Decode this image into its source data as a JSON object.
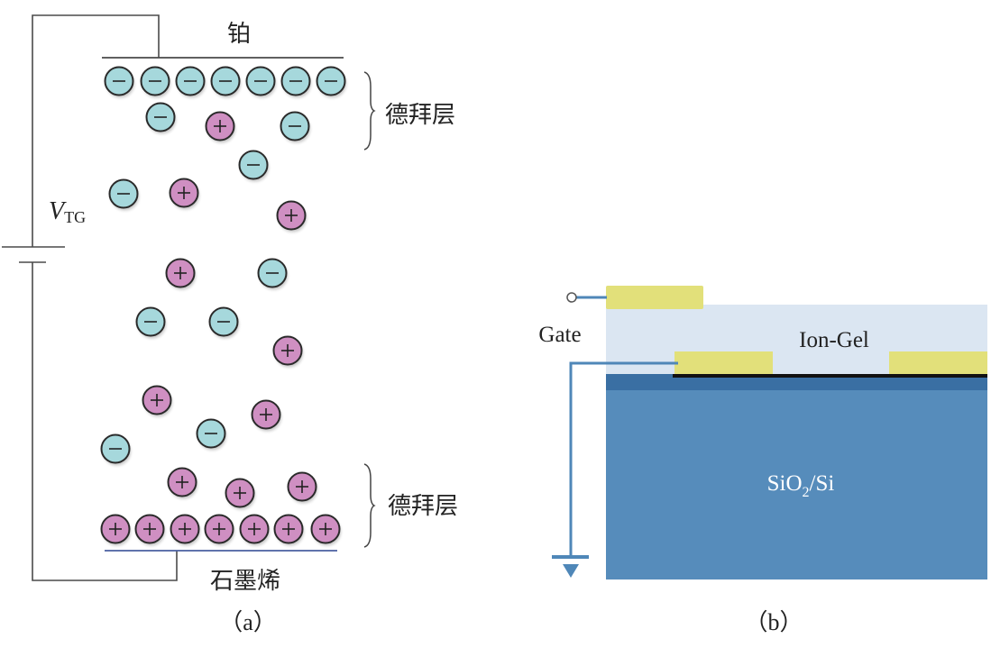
{
  "figure_a": {
    "caption": "（a）",
    "top_electrode_label": "铂",
    "bottom_electrode_label": "石墨烯",
    "debye_layer_top_label": "德拜层",
    "debye_layer_bottom_label": "德拜层",
    "voltage_label_main": "V",
    "voltage_label_sub": "TG",
    "colors": {
      "anion_fill": "#a6d8dc",
      "cation_fill": "#cf8fc2",
      "graphene_line": "#4a5fa0",
      "wire": "#4a4a4a"
    },
    "ions": [
      {
        "type": "anion",
        "row": "top-layer"
      },
      {
        "type": "anion",
        "row": "top-layer"
      },
      {
        "type": "anion",
        "row": "top-layer"
      },
      {
        "type": "anion",
        "row": "top-layer"
      },
      {
        "type": "anion",
        "row": "top-layer"
      },
      {
        "type": "anion",
        "row": "top-layer"
      },
      {
        "type": "anion",
        "row": "top-layer"
      },
      {
        "type": "anion",
        "row": "bulk"
      },
      {
        "type": "cation",
        "row": "bulk"
      },
      {
        "type": "anion",
        "row": "bulk"
      },
      {
        "type": "anion",
        "row": "bulk"
      },
      {
        "type": "anion",
        "row": "bulk"
      },
      {
        "type": "cation",
        "row": "bulk"
      },
      {
        "type": "cation",
        "row": "bulk"
      },
      {
        "type": "cation",
        "row": "bulk"
      },
      {
        "type": "anion",
        "row": "bulk"
      },
      {
        "type": "anion",
        "row": "bulk"
      },
      {
        "type": "anion",
        "row": "bulk"
      },
      {
        "type": "cation",
        "row": "bulk"
      },
      {
        "type": "cation",
        "row": "bulk"
      },
      {
        "type": "cation",
        "row": "bulk"
      },
      {
        "type": "anion",
        "row": "bulk"
      },
      {
        "type": "anion",
        "row": "bulk"
      },
      {
        "type": "cation",
        "row": "bulk"
      },
      {
        "type": "cation",
        "row": "bulk"
      },
      {
        "type": "cation",
        "row": "bulk"
      },
      {
        "type": "cation",
        "row": "bottom-layer"
      },
      {
        "type": "cation",
        "row": "bottom-layer"
      },
      {
        "type": "cation",
        "row": "bottom-layer"
      },
      {
        "type": "cation",
        "row": "bottom-layer"
      },
      {
        "type": "cation",
        "row": "bottom-layer"
      },
      {
        "type": "cation",
        "row": "bottom-layer"
      },
      {
        "type": "cation",
        "row": "bottom-layer"
      }
    ]
  },
  "figure_b": {
    "caption": "（b）",
    "gate_label": "Gate",
    "ion_gel_label": "Ion-Gel",
    "substrate_label_main": "SiO",
    "substrate_label_sub": "2",
    "substrate_label_tail": "/Si",
    "colors": {
      "electrode": "#e2e07a",
      "ion_gel": "#dbe6f2",
      "oxide_band": "#3a6fa3",
      "substrate": "#568cbb",
      "wire": "#4f87b8",
      "graphene": "#111111"
    }
  }
}
